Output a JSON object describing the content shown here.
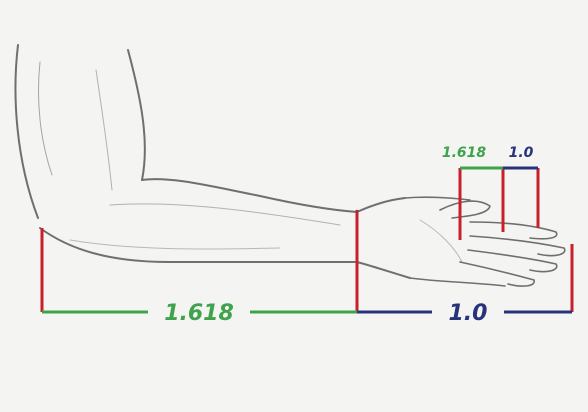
{
  "diagram": {
    "main_segments": [
      {
        "label": "1.618",
        "role": "forearm",
        "color": "#3fa34d"
      },
      {
        "label": "1.0",
        "role": "hand",
        "color": "#27337a"
      }
    ],
    "finger_segments": [
      {
        "label": "1.618",
        "role": "finger-proximal",
        "color": "#3fa34d"
      },
      {
        "label": "1.0",
        "role": "finger-distal",
        "color": "#27337a"
      }
    ],
    "marker_color": "#c8202a",
    "sketch_color": "#6f6f6f"
  }
}
